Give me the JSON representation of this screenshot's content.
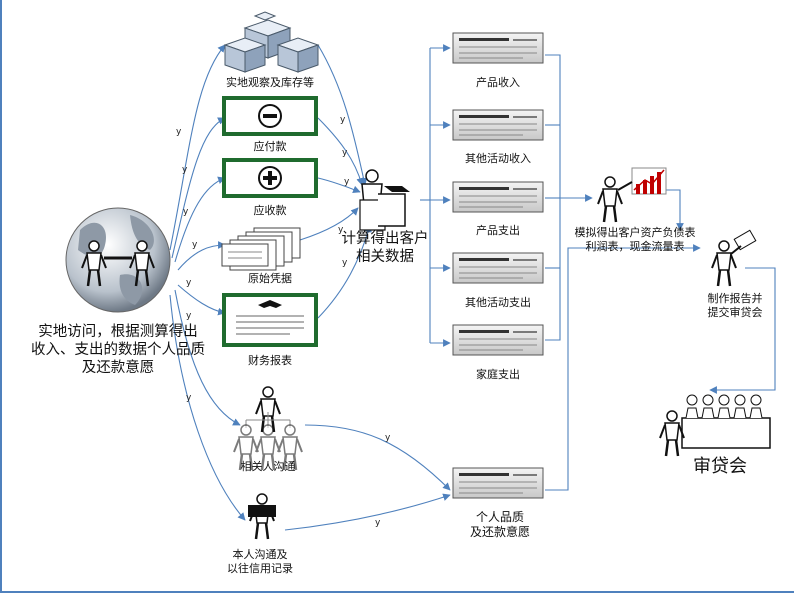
{
  "left_text": [
    "实地访问，根据测算得出",
    "收入、支出的数据个人品质",
    "及还款意愿"
  ],
  "sources": [
    "实地观察及库存等",
    "应付款",
    "应收款",
    "原始凭据",
    "财务报表"
  ],
  "communication": [
    "相关人沟通"
  ],
  "self_comm": [
    "本人沟通及",
    "以往信用记录"
  ],
  "calc": [
    "计算得出客户",
    "相关数据"
  ],
  "outputs": [
    "产品收入",
    "其他活动收入",
    "产品支出",
    "其他活动支出",
    "家庭支出"
  ],
  "personal": [
    "个人品质",
    "及还款意愿"
  ],
  "simulate": [
    "模拟得出客户资产负债表",
    "利润表，现金流量表"
  ],
  "report": [
    "制作报告并",
    "提交审贷会"
  ],
  "committee": "审贷会",
  "edge_label": "y",
  "colors": {
    "arrow": "#4f81bd",
    "frame": "#1f6b2e",
    "accent": "#c00000"
  }
}
